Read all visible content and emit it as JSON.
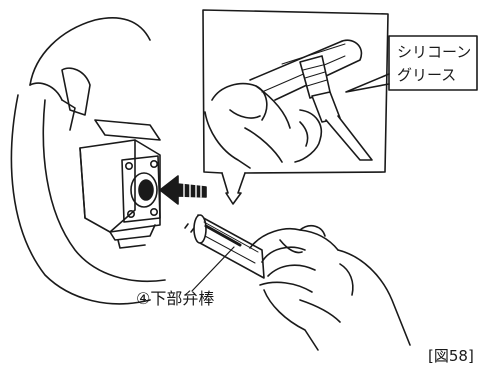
{
  "callout": {
    "grease_line1": "シリコーン",
    "grease_line2": "グリース",
    "part_label": "④下部弁棒"
  },
  "figure_number": "[図58]",
  "colors": {
    "ink": "#1a1a1a",
    "paper": "#ffffff"
  }
}
